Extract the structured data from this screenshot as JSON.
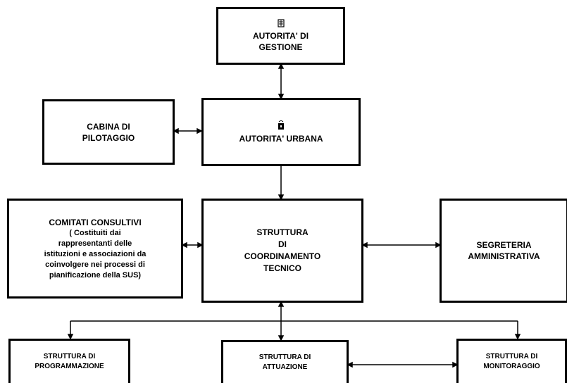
{
  "boxes": {
    "autorita_gestione": "AUTORITA' DI\nGESTIONE",
    "autorita_urbana": "AUTORITA' URBANA",
    "cabina_pilotaggio": "CABINA DI\nPILOTAGGIO",
    "comitati_title": "COMITATI CONSULTIVI",
    "comitati_detail": "( Costituiti dai\nrappresentanti delle\nistituzioni e associazioni da\ncoinvolgere nei processi di\npianificazione della SUS)",
    "struttura_coordinamento": "STRUTTURA\nDI\nCOORDINAMENTO\nTECNICO",
    "segreteria": "SEGRETERIA\nAMMINISTRATIVA",
    "programmazione": "STRUTTURA DI\nPROGRAMMAZIONE",
    "attuazione": "STRUTTURA DI\nATTUAZIONE",
    "monitoraggio": "STRUTTURA DI\nMONITORAGGIO"
  },
  "icons": {
    "regional_emblem": "regional-emblem-icon",
    "city_emblem": "city-emblem-icon"
  },
  "colors": {
    "line": "#000000",
    "background": "#ffffff"
  }
}
